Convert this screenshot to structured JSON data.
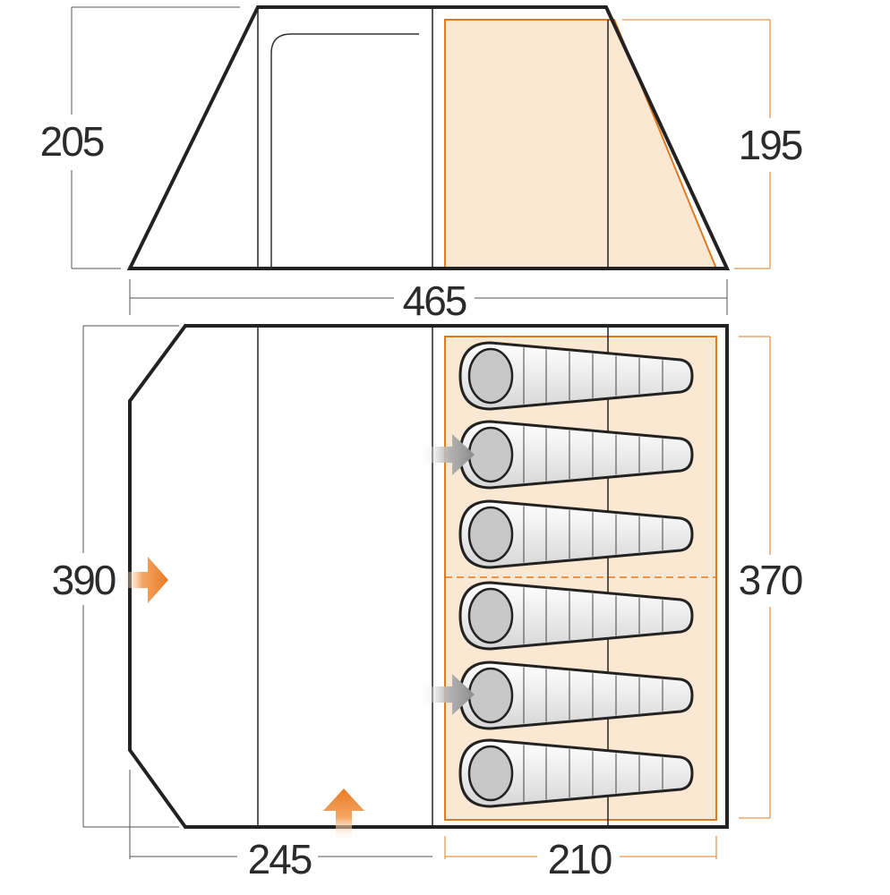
{
  "dimensions": {
    "height_total": "205",
    "height_bedroom": "195",
    "length_total": "465",
    "width_total": "390",
    "width_bedroom": "370",
    "length_living": "245",
    "length_bedroom": "210"
  },
  "berths": 6,
  "colors": {
    "outline": "#222222",
    "accent_orange": "#e07b22",
    "bedroom_fill": "#fbe8d2",
    "dimension_line": "#555555",
    "sleeping_bag_fill": "#f2f2f2",
    "sleeping_bag_head": "#c8c8c8",
    "grey_arrow": "#9a9a9a",
    "orange_arrow": "#ea7a24"
  },
  "icons": [
    "side-entrance-arrow-icon",
    "front-entrance-arrow-icon",
    "bedroom-door-arrow-icon",
    "sleeping-bag-icon"
  ]
}
